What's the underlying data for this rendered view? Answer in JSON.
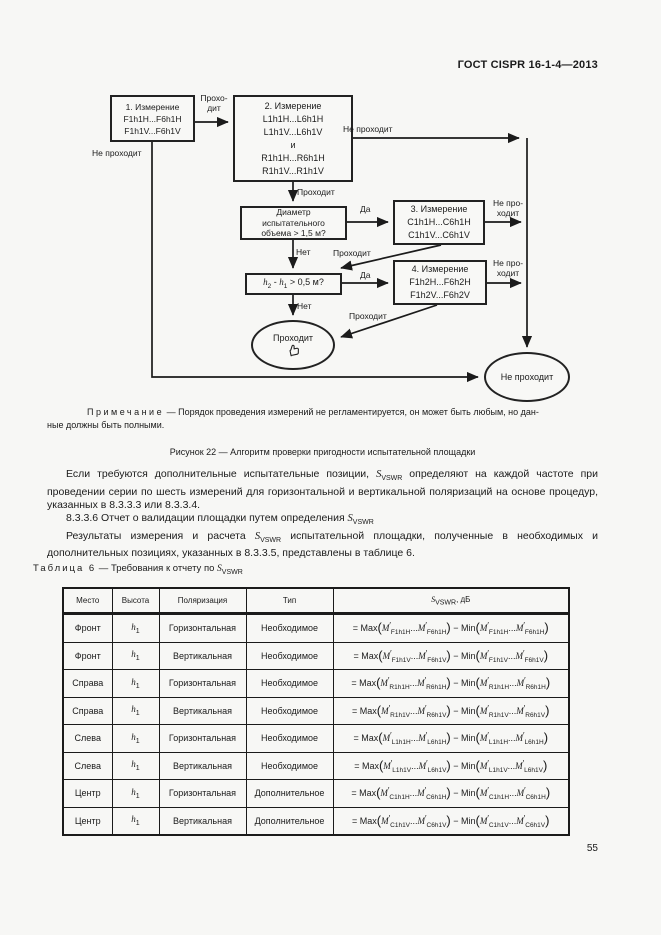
{
  "header": {
    "title": "ГОСТ CISPR 16-1-4—2013"
  },
  "flowchart": {
    "box1": {
      "lines": [
        "1. Измерение",
        "F1h1H...F6h1H",
        "F1h1V...F6h1V"
      ]
    },
    "box2": {
      "lines": [
        "2. Измерение",
        "L1h1H...L6h1H",
        "L1h1V...L6h1V",
        "и",
        "R1h1H...R6h1H",
        "R1h1V...R1h1V"
      ]
    },
    "diameter_box": {
      "lines": [
        "Диаметр",
        "испытательного",
        "объема > 1,5 м?"
      ]
    },
    "box3": {
      "lines": [
        "3. Измерение",
        "C1h1H...C6h1H",
        "C1h1V...C6h1V"
      ]
    },
    "box4": {
      "lines": [
        "4. Измерение",
        "F1h2H...F6h2H",
        "F1h2V...F6h2V"
      ]
    },
    "h2h1_box": {
      "var": "h",
      "sub_a": "2",
      "sub_b": "1",
      "op": " - ",
      "cond": " > 0,5 м?"
    },
    "pass_ellipse": "Проходит",
    "fail_ellipse": "Не проходит",
    "labels": {
      "pass_hyphen": [
        "Прохо-",
        "дит"
      ],
      "fail_left": "Не проходит",
      "fail_top": "Не проходит",
      "pass_below_box2": "Проходит",
      "yes1": "Да",
      "no1": "Нет",
      "pass_diag3": "Проходит",
      "fail_right3": [
        "Не про-",
        "ходит"
      ],
      "yes2": "Да",
      "no2": "Нет",
      "pass_diag4": "Проходит",
      "fail_right4": [
        "Не про-",
        "ходит"
      ]
    }
  },
  "note": {
    "label": "Примечание",
    "line1_rest": " — Порядок проведения измерений не регламентируется, он может быть любым, но дан-",
    "line2": "ные должны быть полными."
  },
  "figure_caption": "Рисунок 22 — Алгоритм проверки пригодности испытательной площадки",
  "symbols": {
    "s": "S",
    "vswr": "VSWR"
  },
  "paragraphs": {
    "p1_before": "Если требуются дополнительные испытательные позиции, ",
    "p1_after": " определяют на каждой частоте при проведении серии по шесть измерений для горизонтальной и вертикальной поляризаций на основе процедур, указанных в 8.3.3.3 или 8.3.3.4.",
    "p2_before": "8.3.3.6 Отчет о валидации площадки путем определения ",
    "p3_before": "Результаты измерения и расчета ",
    "p3_after": " испытательной площадки, полученные в необходимых и дополнительных позициях, указанных в 8.3.3.5, представлены в таблице 6."
  },
  "table": {
    "caption_label": "Таблица 6",
    "caption_rest": " — Требования к отчету по ",
    "headers": [
      "Место",
      "Высота",
      "Поляризация",
      "Тип"
    ],
    "header_svswr_suffix": ", дБ",
    "formula_tokens": {
      "eq": "= ",
      "max": "Max",
      "min": "Min",
      "m": "M",
      "prime": "′",
      "dots": "...",
      "minus": " − "
    },
    "rows": [
      {
        "place": "Фронт",
        "height_var": "h",
        "height_sub": "1",
        "polarization": "Горизонтальная",
        "type": "Необходимое",
        "sub_from": "F1h1H",
        "sub_to": "F6h1H"
      },
      {
        "place": "Фронт",
        "height_var": "h",
        "height_sub": "1",
        "polarization": "Вертикальная",
        "type": "Необходимое",
        "sub_from": "F1h1V",
        "sub_to": "F6h1V"
      },
      {
        "place": "Справа",
        "height_var": "h",
        "height_sub": "1",
        "polarization": "Горизонтальная",
        "type": "Необходимое",
        "sub_from": "R1h1H",
        "sub_to": "R6h1H"
      },
      {
        "place": "Справа",
        "height_var": "h",
        "height_sub": "1",
        "polarization": "Вертикальная",
        "type": "Необходимое",
        "sub_from": "R1h1V",
        "sub_to": "R6h1V"
      },
      {
        "place": "Слева",
        "height_var": "h",
        "height_sub": "1",
        "polarization": "Горизонтальная",
        "type": "Необходимое",
        "sub_from": "L1h1H",
        "sub_to": "L6h1H"
      },
      {
        "place": "Слева",
        "height_var": "h",
        "height_sub": "1",
        "polarization": "Вертикальная",
        "type": "Необходимое",
        "sub_from": "L1h1V",
        "sub_to": "L6h1V"
      },
      {
        "place": "Центр",
        "height_var": "h",
        "height_sub": "1",
        "polarization": "Горизонтальная",
        "type": "Дополнительное",
        "sub_from": "C1h1H",
        "sub_to": "C6h1H"
      },
      {
        "place": "Центр",
        "height_var": "h",
        "height_sub": "1",
        "polarization": "Вертикальная",
        "type": "Дополнительное",
        "sub_from": "C1h1V",
        "sub_to": "C6h1V"
      }
    ]
  },
  "page_number": "55"
}
